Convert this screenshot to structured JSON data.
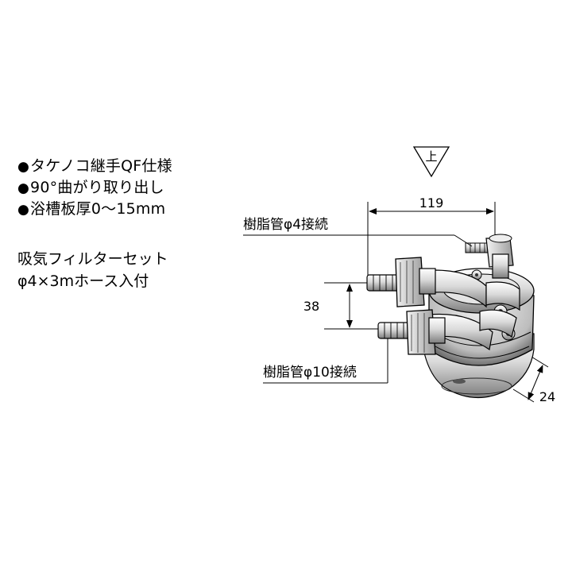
{
  "specs": [
    {
      "bullet": "●",
      "text": "タケノコ継手QF仕様"
    },
    {
      "bullet": "●",
      "text": "90°曲がり取り出し"
    },
    {
      "bullet": "●",
      "text": "浴槽板厚0～15mm"
    }
  ],
  "notes": [
    "吸気フィルターセット",
    "φ4×3mホース入付"
  ],
  "drawing": {
    "up_mark": "上",
    "dim_width": "119",
    "dim_pitch": "38",
    "dim_depth": "24",
    "label_small_pipe": "樹脂管φ4接続",
    "label_large_pipe": "樹脂管φ10接続"
  }
}
